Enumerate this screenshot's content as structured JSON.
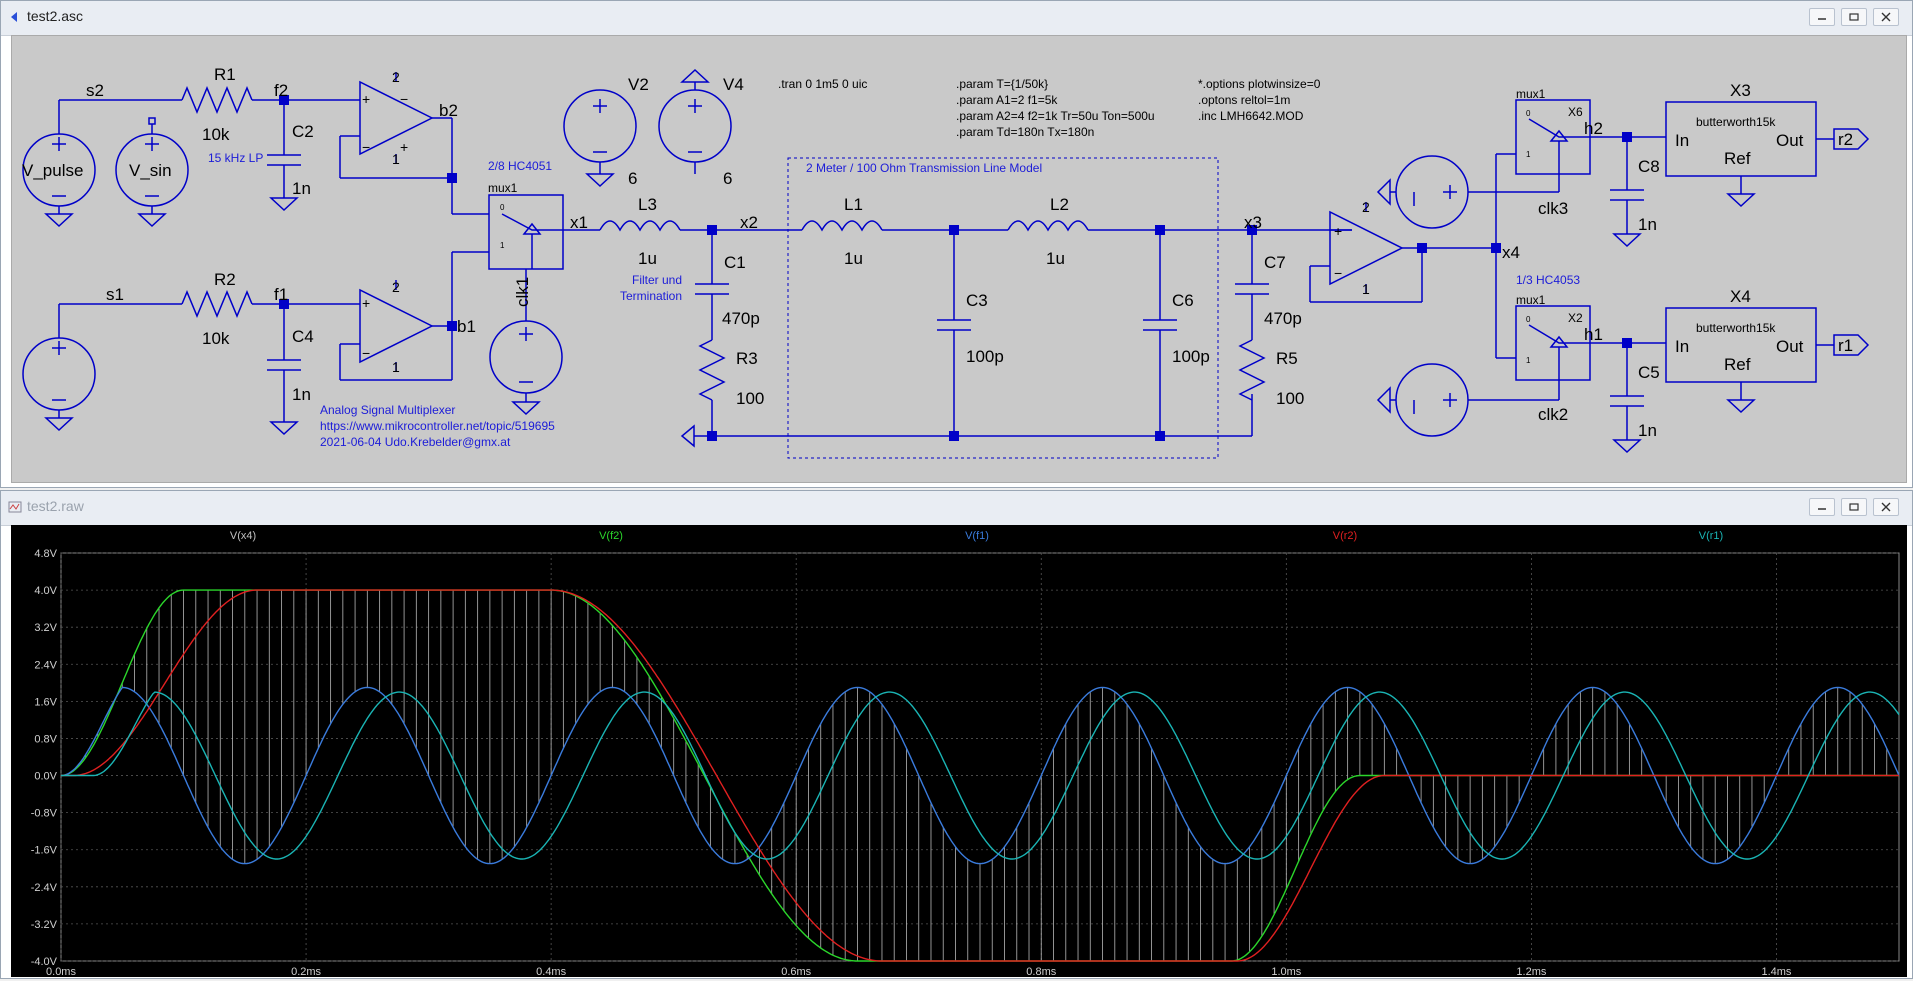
{
  "schematic_window": {
    "title": "test2.asc",
    "components": {
      "r1": "R1",
      "r1_val": "10k",
      "r2": "R2",
      "r2_val": "10k",
      "c2": "C2",
      "c2_val": "1n",
      "c4": "C4",
      "c4_val": "1n",
      "v_pulse": "V_pulse",
      "v_sin": "V_sin",
      "v2": "V2",
      "v2_val": "6",
      "v4": "V4",
      "v4_val": "6",
      "l3": "L3",
      "l3_val": "1u",
      "c1": "C1",
      "c1_val": "470p",
      "r3": "R3",
      "r3_val": "100",
      "l1": "L1",
      "l1_val": "1u",
      "l2": "L2",
      "l2_val": "1u",
      "c3": "C3",
      "c3_val": "100p",
      "c6": "C6",
      "c6_val": "100p",
      "c7": "C7",
      "c7_val": "470p",
      "r5": "R5",
      "r5_val": "100",
      "c8": "C8",
      "c8_val": "1n",
      "c5": "C5",
      "c5_val": "1n",
      "x3": "X3",
      "x4": "X4",
      "x6": "X6",
      "x2": "X2",
      "bw": "butterworth15k",
      "in": "In",
      "out": "Out",
      "ref": "Ref",
      "mux": "mux1",
      "clk1": "clk1",
      "clk2": "clk2",
      "clk3": "clk3"
    },
    "nets": {
      "s1": "s1",
      "s2": "s2",
      "f1": "f1",
      "f2": "f2",
      "b1": "b1",
      "b2": "b2",
      "x1": "x1",
      "x2": "x2",
      "x3": "x3",
      "x4": "x4",
      "h1": "h1",
      "h2": "h2",
      "r1": "r1",
      "r2": "r2"
    },
    "op_pins": {
      "plus": "+",
      "minus": "−",
      "one": "1",
      "two": "2"
    },
    "mux_pins": {
      "zero": "0",
      "one": "1"
    },
    "notes": {
      "lp": "15 kHz LP",
      "hc4051": "2/8 HC4051",
      "hc4053": "1/3 HC4053",
      "filter1": "Filter und",
      "filter2": "Termination",
      "tline": "2 Meter / 100 Ohm Transmission Line Model",
      "info1": "Analog Signal Multiplexer",
      "info2": "https://www.mikrocontroller.net/topic/519695",
      "info3": "2021-06-04 Udo.Krebelder@gmx.at"
    },
    "directives": {
      "tran": ".tran 0 1m5 0 uic",
      "p1": ".param T={1/50k}",
      "p2": ".param A1=2 f1=5k",
      "p3": ".param A2=4 f2=1k Tr=50u Ton=500u",
      "p4": ".param Td=180n Tx=180n",
      "o1": "*.options plotwinsize=0",
      "o2": ".optons reltol=1m",
      "o3": ".inc LMH6642.MOD"
    }
  },
  "waveform_window": {
    "title": "test2.raw"
  },
  "chart_data": {
    "type": "line",
    "xlabel": "",
    "ylabel": "",
    "x_ticks": [
      "0.0ms",
      "0.2ms",
      "0.4ms",
      "0.6ms",
      "0.8ms",
      "1.0ms",
      "1.2ms",
      "1.4ms"
    ],
    "y_ticks": [
      "4.8V",
      "4.0V",
      "3.2V",
      "2.4V",
      "1.6V",
      "0.8V",
      "0.0V",
      "-0.8V",
      "-1.6V",
      "-2.4V",
      "-3.2V",
      "-4.0V"
    ],
    "xlim": [
      0,
      1.5
    ],
    "ylim": [
      -4.0,
      4.8
    ],
    "grid": true,
    "x_unit": "ms",
    "y_unit": "V",
    "series": [
      {
        "name": "V(x4)",
        "color": "#c0c0c0",
        "kind": "sampled-mux"
      },
      {
        "name": "V(f2)",
        "color": "#2bd62b",
        "kind": "pulse",
        "amplitude": 4,
        "rise_start": 0.0,
        "rise_end": 0.1,
        "fall_start": 0.4,
        "fall_end": 0.65,
        "low_start": 0.65,
        "rise2_start": 0.955,
        "rise2_end": 1.06,
        "final": 0
      },
      {
        "name": "V(f1)",
        "color": "#3a7bdc",
        "kind": "sine",
        "amplitude": 1.9,
        "freq_khz": 5,
        "delay_ms": 0.0
      },
      {
        "name": "V(r2)",
        "color": "#e02020",
        "kind": "pulse",
        "amplitude": 4,
        "rise_start": 0.01,
        "rise_end": 0.16,
        "fall_start": 0.4,
        "fall_end": 0.67,
        "low_start": 0.67,
        "rise2_start": 0.96,
        "rise2_end": 1.08,
        "final": 0
      },
      {
        "name": "V(r1)",
        "color": "#1ab4b4",
        "kind": "sine",
        "amplitude": 1.8,
        "freq_khz": 5,
        "delay_ms": 0.026
      }
    ]
  }
}
